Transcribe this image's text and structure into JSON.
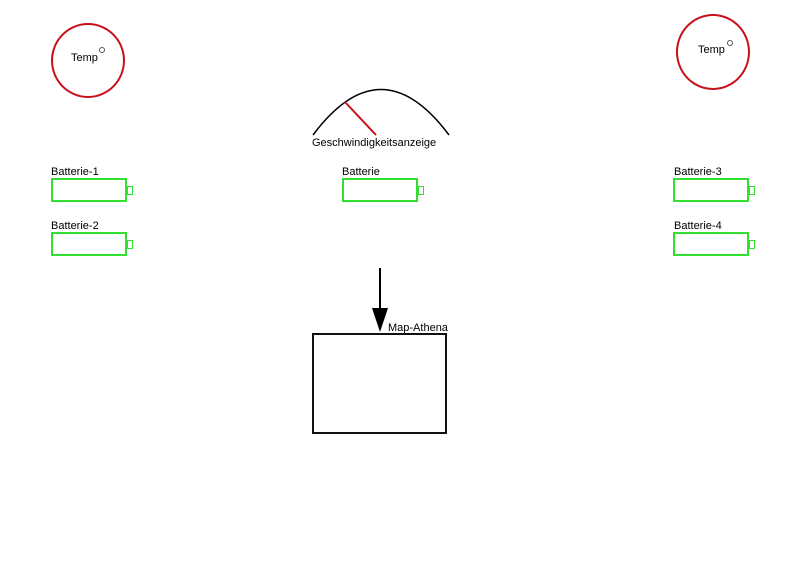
{
  "temps": [
    {
      "label": "Temp"
    },
    {
      "label": "Temp"
    }
  ],
  "speed": {
    "label": "Geschwindigkeitsanzeige"
  },
  "batteries": {
    "b1": {
      "label": "Batterie-1"
    },
    "b2": {
      "label": "Batterie-2"
    },
    "center": {
      "label": "Batterie"
    },
    "b3": {
      "label": "Batterie-3"
    },
    "b4": {
      "label": "Batterie-4"
    }
  },
  "map": {
    "label": "Map-Athena"
  },
  "colors": {
    "temp_ring": "#c8101a",
    "battery": "#32e032",
    "needle": "#c8101a",
    "line": "#000000"
  }
}
